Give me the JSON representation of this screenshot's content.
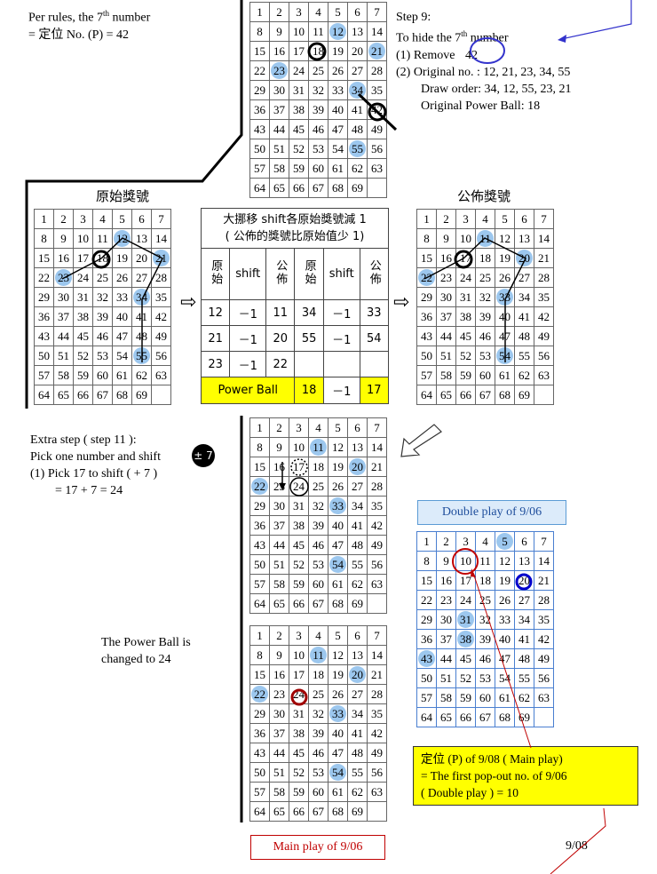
{
  "note_per_rules": {
    "line1_pre": "Per rules, the 7",
    "sup": "th",
    "line1_post": " number",
    "line2": "= 定位 No. (P) = 42"
  },
  "step9": {
    "title": "Step 9:",
    "line1_pre": "To hide the 7",
    "sup": "th",
    "line1_post": "  number",
    "remove_label": "(1) Remove",
    "remove_value": "42",
    "orig_label": "(2) Original no. :  12, 21, 23, 34, 55",
    "draw_order": "Draw order:  34, 12, 55, 23, 21",
    "orig_pb": "Original  Power Ball:  18"
  },
  "titles": {
    "original": "原始獎號",
    "published": "公佈獎號"
  },
  "shift_table": {
    "header_line1": "大挪移 shift各原始獎號減 1",
    "header_line2": "( 公佈的獎號比原始值少 1)",
    "col_orig": "原始",
    "col_shift": "shift",
    "col_pub": "公佈",
    "rows": [
      {
        "a": "12",
        "s1": "－1",
        "b": "11",
        "c": "34",
        "s2": "－1",
        "d": "33"
      },
      {
        "a": "21",
        "s1": "－1",
        "b": "20",
        "c": "55",
        "s2": "－1",
        "d": "54"
      },
      {
        "a": "23",
        "s1": "－1",
        "b": "22",
        "c": "",
        "s2": "",
        "d": ""
      }
    ],
    "pb_label": "Power Ball",
    "pb_orig": "18",
    "pb_shift": "－1",
    "pb_pub": "17"
  },
  "extra_step": {
    "title": "Extra step ( step 11 ):",
    "line1": "Pick one number and shift",
    "badge": "± 7",
    "line2": "(1) Pick 17 to shift  ( + 7 )",
    "line3": "= 17 + 7 = 24"
  },
  "powerball_note": {
    "line1": "The Power Ball is",
    "line2": "changed to 24"
  },
  "double_play_label": "Double play of 9/06",
  "main_play_label": "Main play of 9/06",
  "yellow_note": {
    "line1": "定位 (P) of 9/08 ( Main play)",
    "line2": "= The first pop-out no. of 9/06",
    "line3": "( Double play ) = 10"
  },
  "date_label": "9/08",
  "grid_numbers": [
    [
      1,
      2,
      3,
      4,
      5,
      6,
      7
    ],
    [
      8,
      9,
      10,
      11,
      12,
      13,
      14
    ],
    [
      15,
      16,
      17,
      18,
      19,
      20,
      21
    ],
    [
      22,
      23,
      24,
      25,
      26,
      27,
      28
    ],
    [
      29,
      30,
      31,
      32,
      33,
      34,
      35
    ],
    [
      36,
      37,
      38,
      39,
      40,
      41,
      42
    ],
    [
      43,
      44,
      45,
      46,
      47,
      48,
      49
    ],
    [
      50,
      51,
      52,
      53,
      54,
      55,
      56
    ],
    [
      57,
      58,
      59,
      60,
      61,
      62,
      63
    ],
    [
      64,
      65,
      66,
      67,
      68,
      69
    ]
  ],
  "grids": {
    "top": {
      "highlight": [
        12,
        21,
        23,
        34,
        55
      ]
    },
    "original": {
      "highlight": [
        12,
        21,
        23,
        34,
        55
      ]
    },
    "published": {
      "highlight": [
        11,
        20,
        22,
        33,
        54
      ]
    },
    "extra": {
      "highlight": [
        11,
        20,
        22,
        33,
        54
      ]
    },
    "final": {
      "highlight": [
        11,
        20,
        22,
        33,
        54
      ]
    },
    "double": {
      "highlight": [
        5,
        31,
        38,
        43
      ]
    }
  },
  "colors": {
    "highlight": "#9cc7ee",
    "blue_arrow": "#3333cc",
    "red": "#c00000",
    "yellow": "#ffff00"
  }
}
